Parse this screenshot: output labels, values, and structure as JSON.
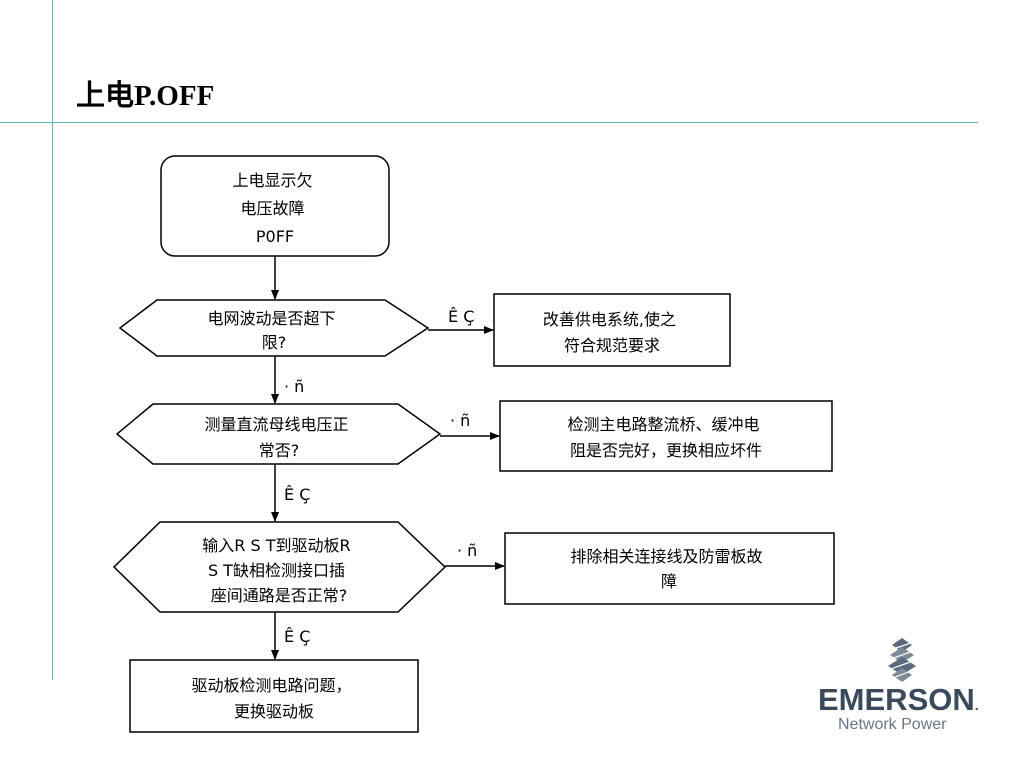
{
  "slide": {
    "title": "上电P.OFF"
  },
  "nodes": {
    "start": [
      "上电显示欠",
      "电压故障",
      "P0FF"
    ],
    "d1": [
      "电网波动是否超下",
      "限?"
    ],
    "r1": [
      "改善供电系统,使之",
      "符合规范要求"
    ],
    "d2": [
      "测量直流母线电压正",
      "常否?"
    ],
    "r2": [
      "检测主电路整流桥、缓冲电",
      "阻是否完好，更换相应坏件"
    ],
    "d3": [
      "输入R S T到驱动板R",
      "S T缺相检测接口插",
      "座间通路是否正常?"
    ],
    "r3": [
      "排除相关连接线及防雷板故",
      "障"
    ],
    "end": [
      "驱动板检测电路问题，",
      "更换驱动板"
    ]
  },
  "edge_labels": {
    "d1_yes": "Ê Ç",
    "d1_no": "· ñ",
    "d2_no": "· ñ",
    "d2_yes": "Ê Ç",
    "d3_no": "· ñ",
    "d3_yes": "Ê Ç"
  },
  "logo": {
    "brand": "EMERSON",
    "mark": ".",
    "tagline": "Network Power"
  }
}
